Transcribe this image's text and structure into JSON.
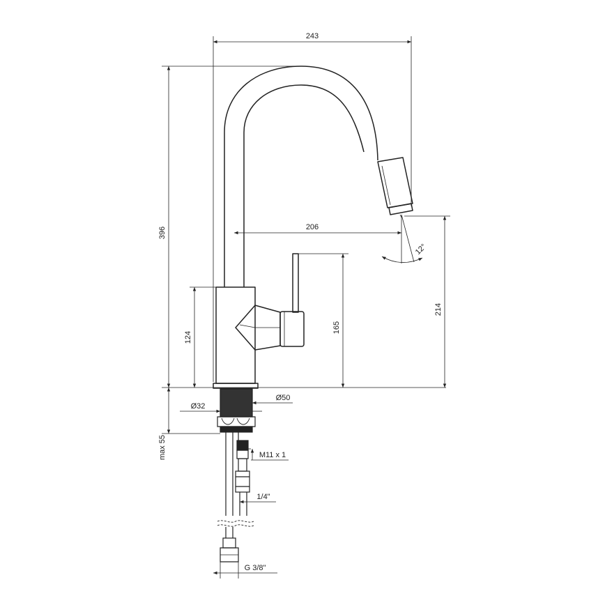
{
  "dimensions": {
    "width_total": "243",
    "reach": "206",
    "height_total": "396",
    "body_height": "124",
    "lever_height": "165",
    "outlet_height": "214",
    "spray_angle": "12°",
    "shank_diameter": "Ø32",
    "base_diameter": "Ø50",
    "max_mount": "max 55",
    "thread": "M11 x 1",
    "hose_thread": "1/4\"",
    "connection": "G 3/8\""
  }
}
